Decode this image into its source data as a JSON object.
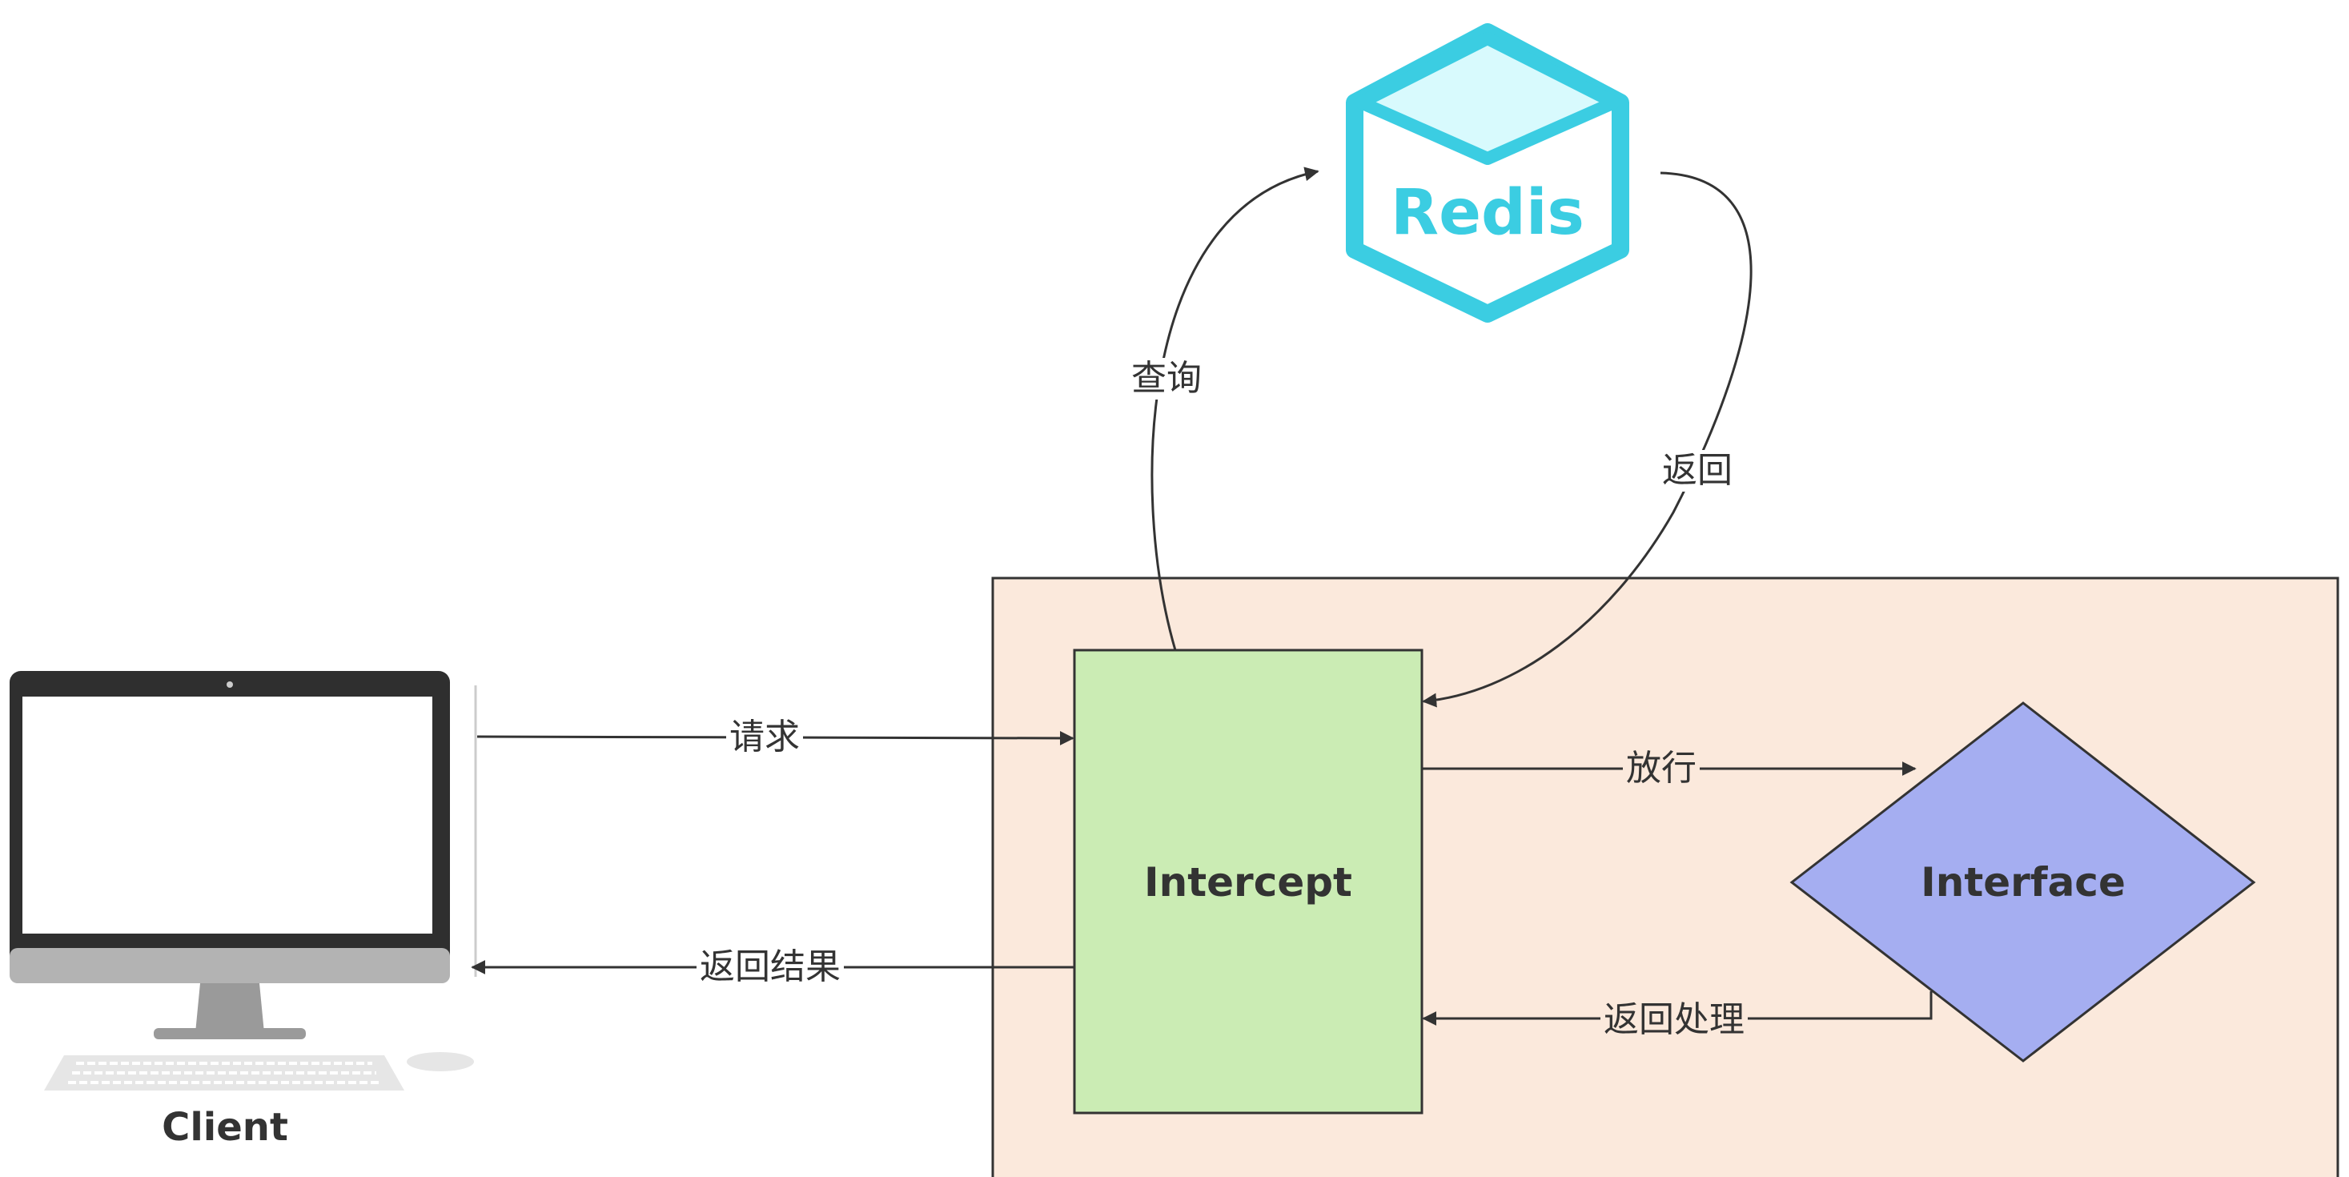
{
  "nodes": {
    "client": {
      "label": "Client"
    },
    "redis": {
      "label": "Redis"
    },
    "intercept": {
      "label": "Intercept"
    },
    "interface": {
      "label": "Interface"
    }
  },
  "edges": {
    "request": {
      "label": "请求"
    },
    "return_result": {
      "label": "返回结果"
    },
    "query": {
      "label": "查询"
    },
    "redis_return": {
      "label": "返回"
    },
    "pass": {
      "label": "放行"
    },
    "return_process": {
      "label": "返回处理"
    }
  },
  "colors": {
    "container_fill": "#fbe9dc",
    "intercept_fill": "#cbecb4",
    "interface_fill": "#a5aef1",
    "redis_color": "#3bcde2",
    "line_color": "#333333"
  }
}
